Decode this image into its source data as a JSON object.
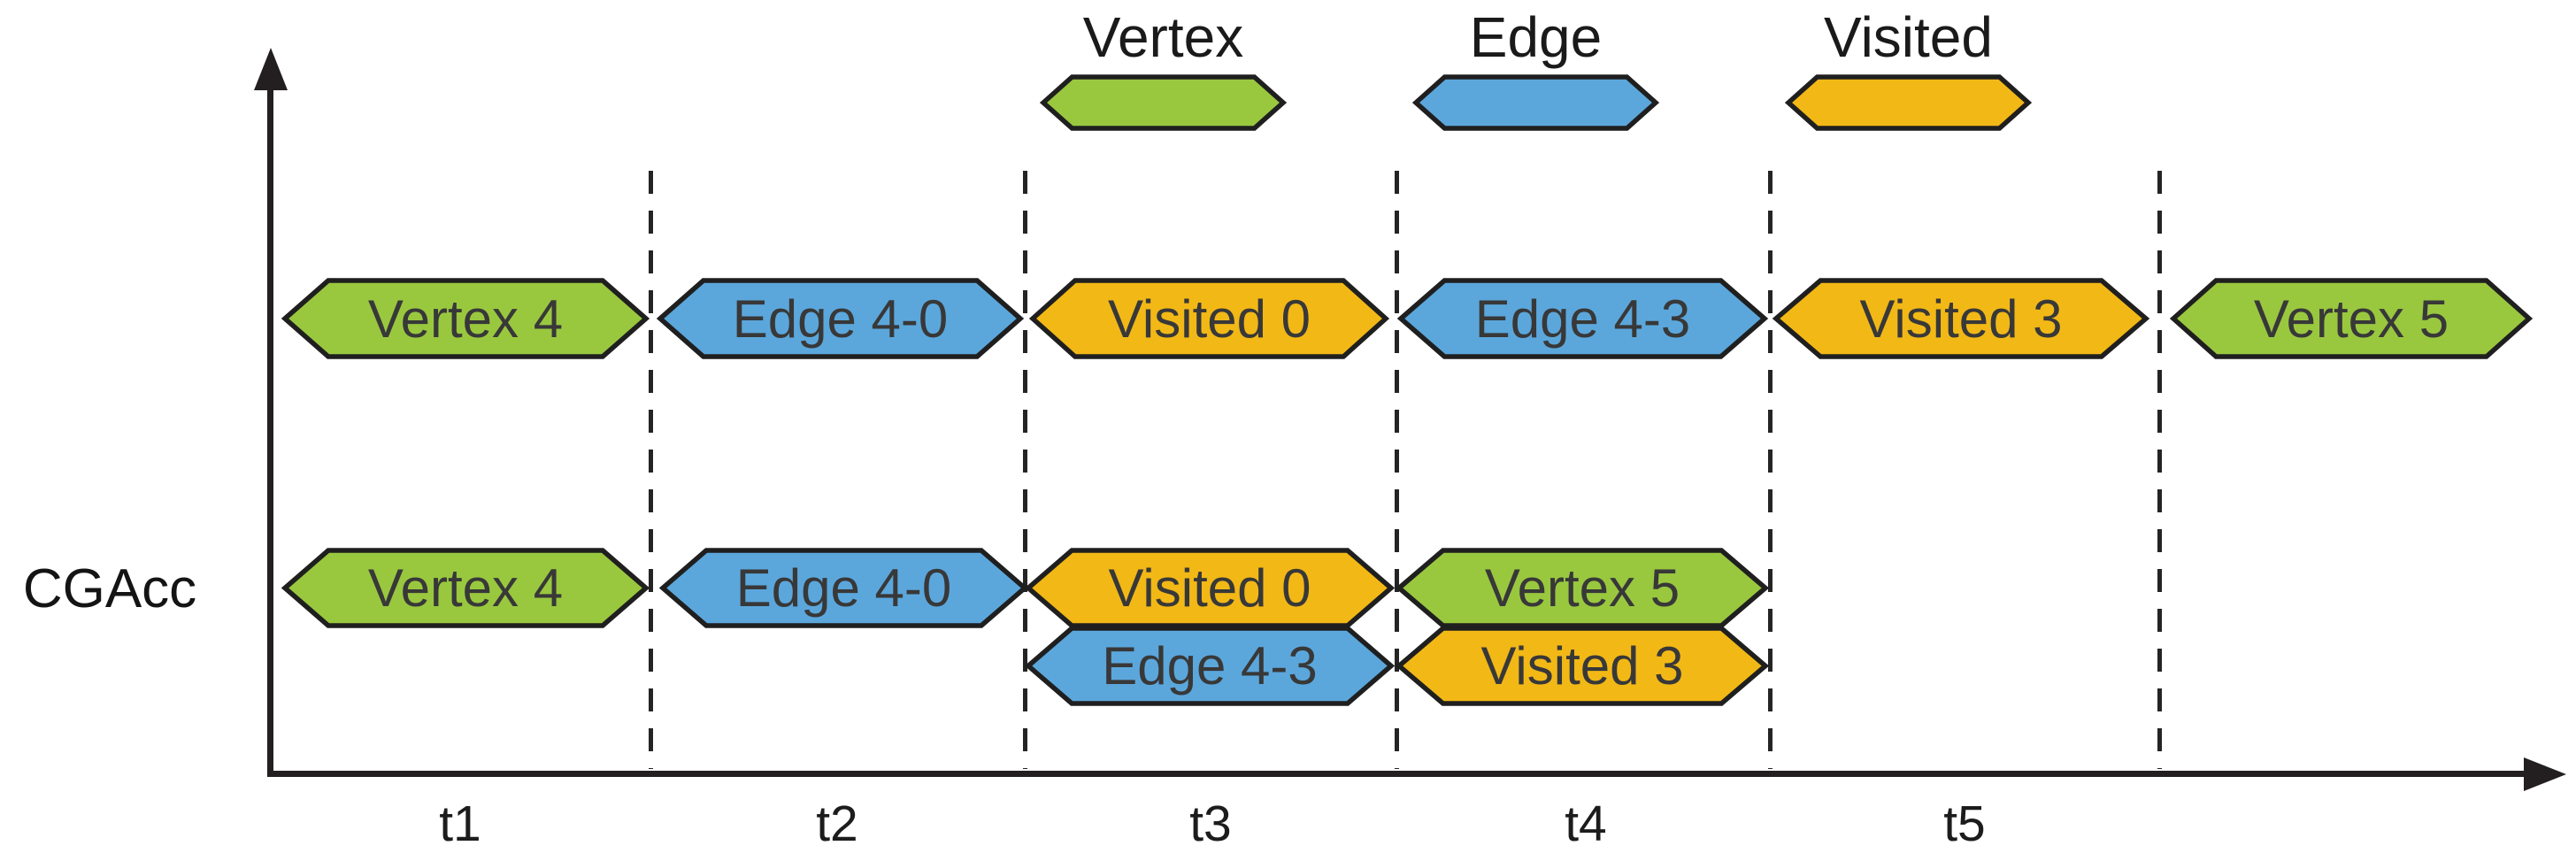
{
  "colors": {
    "vertex": "#99C83F",
    "edge": "#5BA7DC",
    "visited": "#F2B816",
    "outline": "#1F1F1F",
    "block-text": "#383838",
    "axis": "#231F20"
  },
  "legend": {
    "items": [
      {
        "id": "vertex",
        "label": "Vertex"
      },
      {
        "id": "edge",
        "label": "Edge"
      },
      {
        "id": "visited",
        "label": "Visited"
      }
    ]
  },
  "axis": {
    "ticks": [
      "t1",
      "t2",
      "t3",
      "t4",
      "t5"
    ]
  },
  "lanes": [
    {
      "label": "",
      "blocks": [
        {
          "label": "Vertex 4",
          "type": "vertex",
          "slot": "t1"
        },
        {
          "label": "Edge 4-0",
          "type": "edge",
          "slot": "t2"
        },
        {
          "label": "Visited 0",
          "type": "visited",
          "slot": "t3"
        },
        {
          "label": "Edge 4-3",
          "type": "edge",
          "slot": "t4"
        },
        {
          "label": "Visited 3",
          "type": "visited",
          "slot": "t5"
        },
        {
          "label": "Vertex 5",
          "type": "vertex",
          "slot": "after-t5"
        }
      ]
    },
    {
      "label": "CGAcc",
      "blocks": [
        {
          "label": "Vertex 4",
          "type": "vertex",
          "slot": "t1",
          "level": 0
        },
        {
          "label": "Edge 4-0",
          "type": "edge",
          "slot": "t2",
          "level": 0
        },
        {
          "label": "Visited 0",
          "type": "visited",
          "slot": "t3",
          "level": 0
        },
        {
          "label": "Edge 4-3",
          "type": "edge",
          "slot": "t3",
          "level": 1
        },
        {
          "label": "Vertex 5",
          "type": "vertex",
          "slot": "t4",
          "level": 0
        },
        {
          "label": "Visited 3",
          "type": "visited",
          "slot": "t4",
          "level": 1
        }
      ]
    }
  ]
}
